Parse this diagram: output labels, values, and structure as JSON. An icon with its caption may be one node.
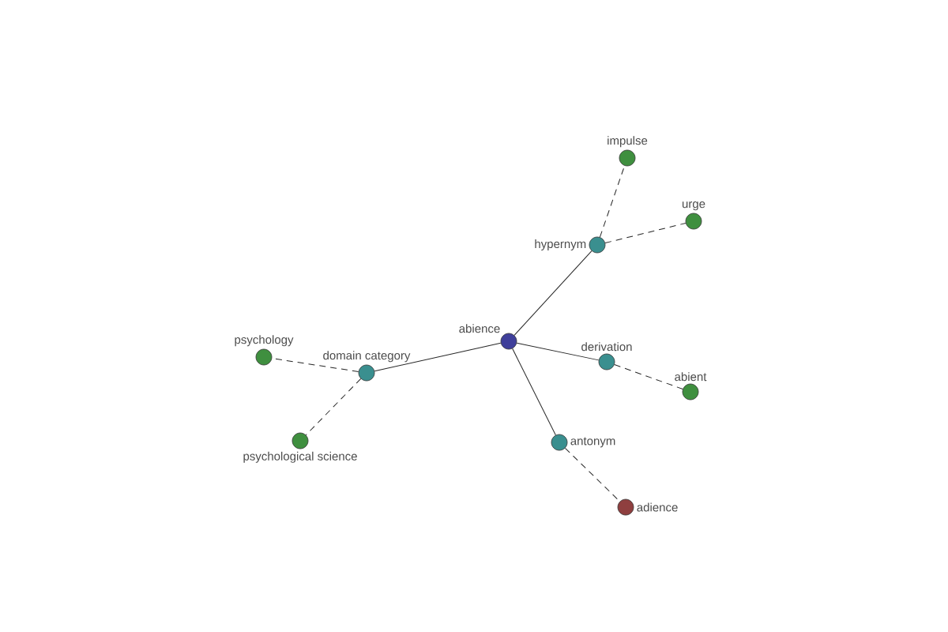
{
  "diagram": {
    "nodes": [
      {
        "text": [
          "abience"
        ]
      },
      {
        "text": [
          "hypernym"
        ]
      },
      {
        "text": [
          "impulse"
        ]
      },
      {
        "text": [
          "urge"
        ]
      },
      {
        "text": [
          "derivation"
        ]
      },
      {
        "text": [
          "abient"
        ]
      },
      {
        "text": [
          "domain category"
        ]
      },
      {
        "text": [
          "psychology"
        ]
      },
      {
        "text": [
          "psychological science"
        ]
      },
      {
        "text": [
          "antonym"
        ]
      },
      {
        "text": [
          "adience"
        ]
      }
    ],
    "edges": [
      {
        "from": 0,
        "to": 1,
        "arrow": "none"
      },
      {
        "from": 1,
        "to": 2,
        "arrow": "none",
        "style": "dashed"
      },
      {
        "from": 1,
        "to": 3,
        "arrow": "none",
        "style": "dashed"
      },
      {
        "from": 0,
        "to": 4,
        "arrow": "none"
      },
      {
        "from": 4,
        "to": 5,
        "arrow": "none",
        "style": "dashed"
      },
      {
        "from": 0,
        "to": 6,
        "arrow": "none"
      },
      {
        "from": 6,
        "to": 7,
        "arrow": "none",
        "style": "dashed"
      },
      {
        "from": 6,
        "to": 8,
        "arrow": "none",
        "style": "dashed"
      },
      {
        "from": 0,
        "to": 9,
        "arrow": "none"
      },
      {
        "from": 9,
        "to": 10,
        "arrow": "none",
        "style": "dashed"
      }
    ]
  }
}
